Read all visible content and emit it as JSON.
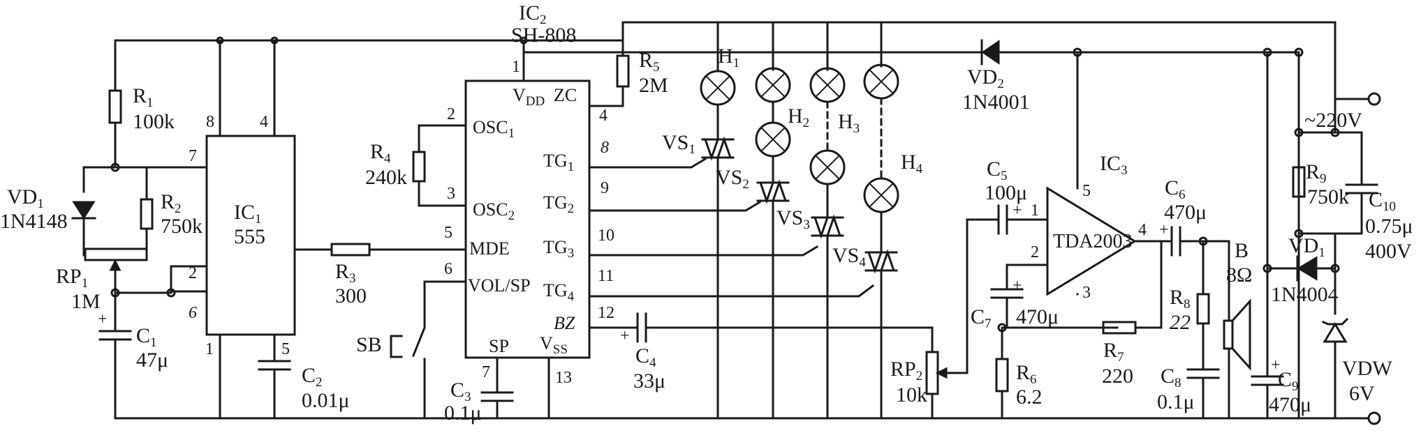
{
  "ic2": {
    "name": "IC",
    "sub": "2",
    "model": "SH-808",
    "pins": {
      "vdd_label": "V",
      "vdd_sub": "DD",
      "zc": "ZC",
      "osc1": "OSC",
      "osc1_sub": "1",
      "osc2": "OSC",
      "osc2_sub": "2",
      "mde": "MDE",
      "volsp": "VOL/SP",
      "tg1": "TG",
      "tg1_sub": "1",
      "tg2": "TG",
      "tg2_sub": "2",
      "tg3": "TG",
      "tg3_sub": "3",
      "tg4": "TG",
      "tg4_sub": "4",
      "bz": "BZ",
      "sp": "SP",
      "vss": "V",
      "vss_sub": "SS"
    },
    "pin_numbers": {
      "p1": "1",
      "p2": "2",
      "p3": "3",
      "p4": "4",
      "p5": "5",
      "p6": "6",
      "p7": "7",
      "p8": "8",
      "p9": "9",
      "p10": "10",
      "p11": "11",
      "p12": "12",
      "p13": "13"
    }
  },
  "ic1": {
    "name": "IC",
    "sub": "1",
    "model": "555",
    "pin_numbers": {
      "p1": "1",
      "p2": "2",
      "p4": "4",
      "p5": "5",
      "p6": "6",
      "p7": "7",
      "p8": "8"
    }
  },
  "ic3": {
    "name": "IC",
    "sub": "3",
    "model": "TDA2003",
    "pin_numbers": {
      "p1": "1",
      "p2": "2",
      "p3": "3",
      "p4": "4",
      "p5": "5"
    }
  },
  "components": {
    "r1": {
      "name": "R",
      "sub": "1",
      "value": "100k"
    },
    "r2": {
      "name": "R",
      "sub": "2",
      "value": "750k"
    },
    "r3": {
      "name": "R",
      "sub": "3",
      "value": "300"
    },
    "r4": {
      "name": "R",
      "sub": "4",
      "value": "240k"
    },
    "r5": {
      "name": "R",
      "sub": "5",
      "value": "2M"
    },
    "r6": {
      "name": "R",
      "sub": "6",
      "value": "6.2"
    },
    "r7": {
      "name": "R",
      "sub": "7",
      "value": "220"
    },
    "r8": {
      "name": "R",
      "sub": "8",
      "value": "22"
    },
    "r9": {
      "name": "R",
      "sub": "9",
      "value": "750k"
    },
    "rp1": {
      "name": "RP",
      "sub": "1",
      "value": "1M"
    },
    "rp2": {
      "name": "RP",
      "sub": "2",
      "value": "10k"
    },
    "c1": {
      "name": "C",
      "sub": "1",
      "value": "47μ"
    },
    "c2": {
      "name": "C",
      "sub": "2",
      "value": "0.01μ"
    },
    "c3": {
      "name": "C",
      "sub": "3",
      "value": "0.1μ"
    },
    "c4": {
      "name": "C",
      "sub": "4",
      "value": "33μ"
    },
    "c5": {
      "name": "C",
      "sub": "5",
      "value": "100μ"
    },
    "c6": {
      "name": "C",
      "sub": "6",
      "value": "470μ"
    },
    "c7": {
      "name": "C",
      "sub": "7",
      "value": "470μ"
    },
    "c8": {
      "name": "C",
      "sub": "8",
      "value": "0.1μ"
    },
    "c9": {
      "name": "C",
      "sub": "9",
      "value": "470μ"
    },
    "c10": {
      "name": "C",
      "sub": "10",
      "value": "0.75μ",
      "voltage": "400V"
    },
    "vd1a": {
      "name": "VD",
      "sub": "1",
      "value": "1N4148"
    },
    "vd1b": {
      "name": "VD",
      "sub": "1",
      "value": "1N4004"
    },
    "vd2": {
      "name": "VD",
      "sub": "2",
      "value": "1N4001"
    },
    "vdw": {
      "name": "VDW",
      "value": "6V"
    },
    "vs1": {
      "name": "VS",
      "sub": "1"
    },
    "vs2": {
      "name": "VS",
      "sub": "2"
    },
    "vs3": {
      "name": "VS",
      "sub": "3"
    },
    "vs4": {
      "name": "VS",
      "sub": "4"
    },
    "h1": {
      "name": "H",
      "sub": "1"
    },
    "h2": {
      "name": "H",
      "sub": "2"
    },
    "h3": {
      "name": "H",
      "sub": "3"
    },
    "h4": {
      "name": "H",
      "sub": "4"
    },
    "sb": {
      "name": "SB"
    },
    "speaker": {
      "name": "B",
      "value": "8Ω"
    },
    "mains": {
      "label": "~220V"
    }
  },
  "polarity": {
    "plus": "+"
  }
}
